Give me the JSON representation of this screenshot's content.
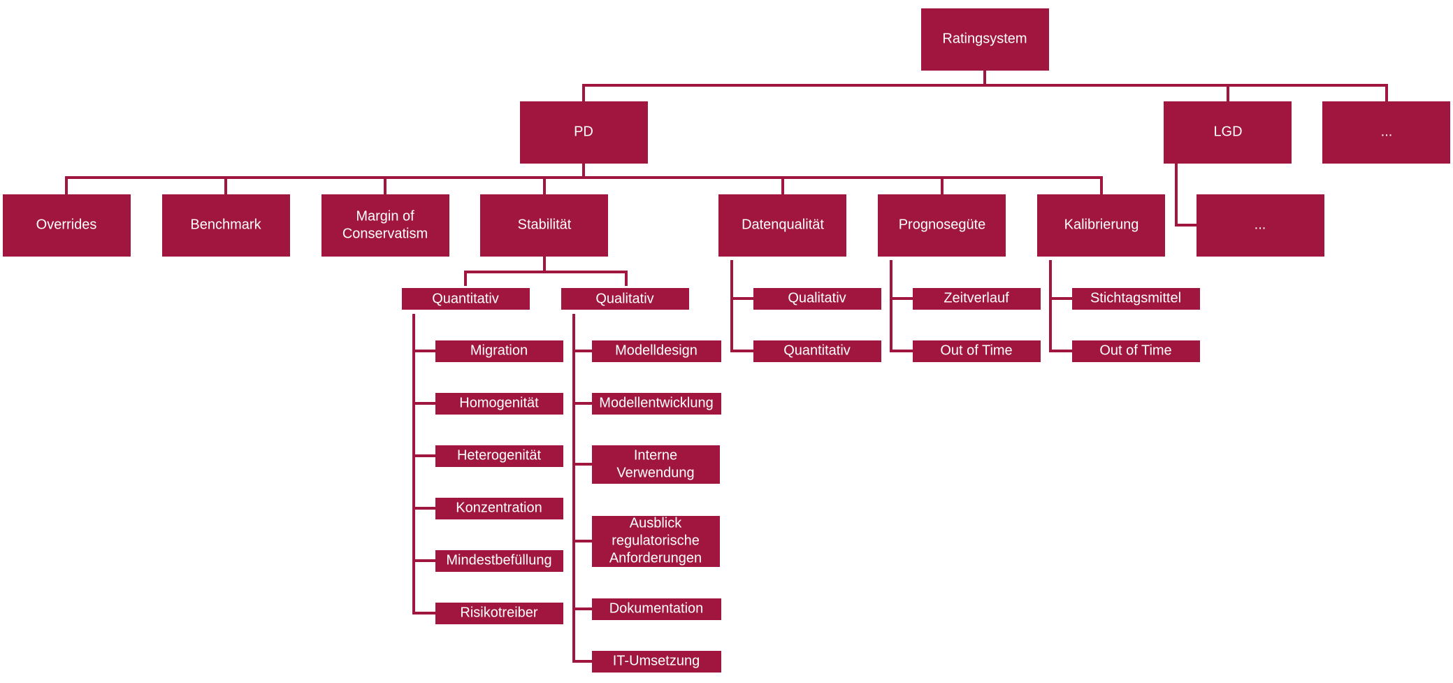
{
  "root": "Ratingsystem",
  "level1": {
    "pd": "PD",
    "lgd": "LGD",
    "other": "..."
  },
  "lgd_children": {
    "other": "..."
  },
  "pd_children": {
    "overrides": "Overrides",
    "benchmark": "Benchmark",
    "moc": [
      "Margin of",
      "Conservatism"
    ],
    "stabilitaet": "Stabilität",
    "datenqualitaet": "Datenqualität",
    "prognoseguete": "Prognosegüte",
    "kalibrierung": "Kalibrierung"
  },
  "stabilitaet_children": {
    "quantitativ": "Quantitativ",
    "qualitativ": "Qualitativ"
  },
  "stab_quantitativ_items": [
    "Migration",
    "Homogenität",
    "Heterogenität",
    "Konzentration",
    "Mindestbefüllung",
    "Risikotreiber"
  ],
  "stab_qualitativ_items": [
    [
      "Modelldesign"
    ],
    [
      "Modellentwicklung"
    ],
    [
      "Interne",
      "Verwendung"
    ],
    [
      "Ausblick",
      "regulatorische",
      "Anforderungen"
    ],
    [
      "Dokumentation"
    ],
    [
      "IT-Umsetzung"
    ]
  ],
  "datenqualitaet_items": [
    "Qualitativ",
    "Quantitativ"
  ],
  "prognoseguete_items": [
    "Zeitverlauf",
    "Out of Time"
  ],
  "kalibrierung_items": [
    "Stichtagsmittel",
    "Out of Time"
  ],
  "colors": {
    "node": "#a0163f",
    "text": "#ffffff",
    "background": "#ffffff"
  }
}
